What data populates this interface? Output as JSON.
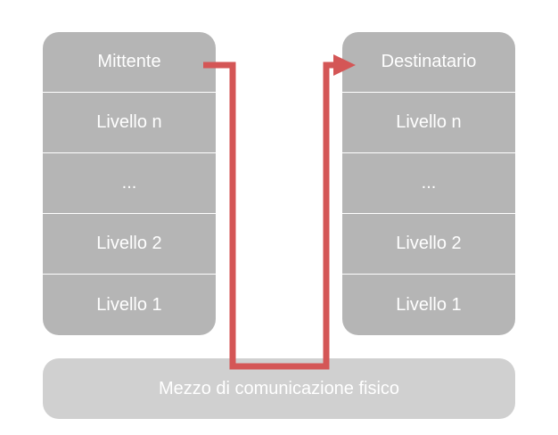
{
  "sender_stack": {
    "layers": [
      "Mittente",
      "Livello n",
      "...",
      "Livello 2",
      "Livello 1"
    ]
  },
  "receiver_stack": {
    "layers": [
      "Destinatario",
      "Livello n",
      "...",
      "Livello 2",
      "Livello 1"
    ]
  },
  "medium": {
    "label": "Mezzo di comunicazione fisico"
  },
  "colors": {
    "layer_fill": "#b5b5b5",
    "medium_fill": "#d0d0d0",
    "arrow": "#d45656"
  }
}
